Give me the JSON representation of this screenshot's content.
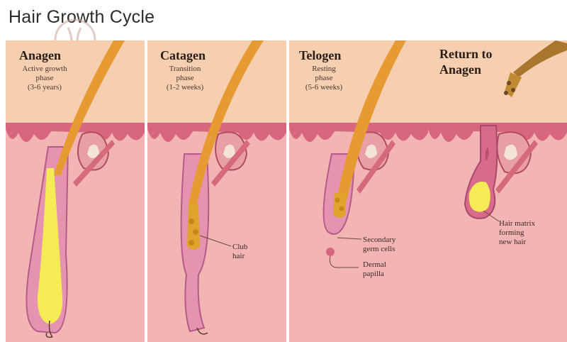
{
  "title": "Hair Growth Cycle",
  "watermark_text": "NN",
  "panels": [
    {
      "stage": "Anagen",
      "phase": "Active growth",
      "phase2": "phase",
      "duration": "(3-6 years)"
    },
    {
      "stage": "Catagen",
      "phase": "Transition",
      "phase2": "phase",
      "duration": "(1-2 weeks)",
      "label": [
        "Club",
        "hair"
      ]
    },
    {
      "stage": "Telogen",
      "phase": "Resting",
      "phase2": "phase",
      "duration": "(5-6 weeks)",
      "label_a": [
        "Secondary",
        "germ cells"
      ],
      "label_b": [
        "Dermal",
        "papilla"
      ]
    },
    {
      "stage": "Return to",
      "stage2": "Anagen",
      "label": [
        "Hair matrix",
        "forming",
        "new hair"
      ]
    }
  ],
  "colors": {
    "skin_top": "#f3cdb0",
    "dermis": "#f2b9b6",
    "epidermis": "#d2607b",
    "hair": "#e5962c",
    "bulb": "#f3ea47"
  }
}
